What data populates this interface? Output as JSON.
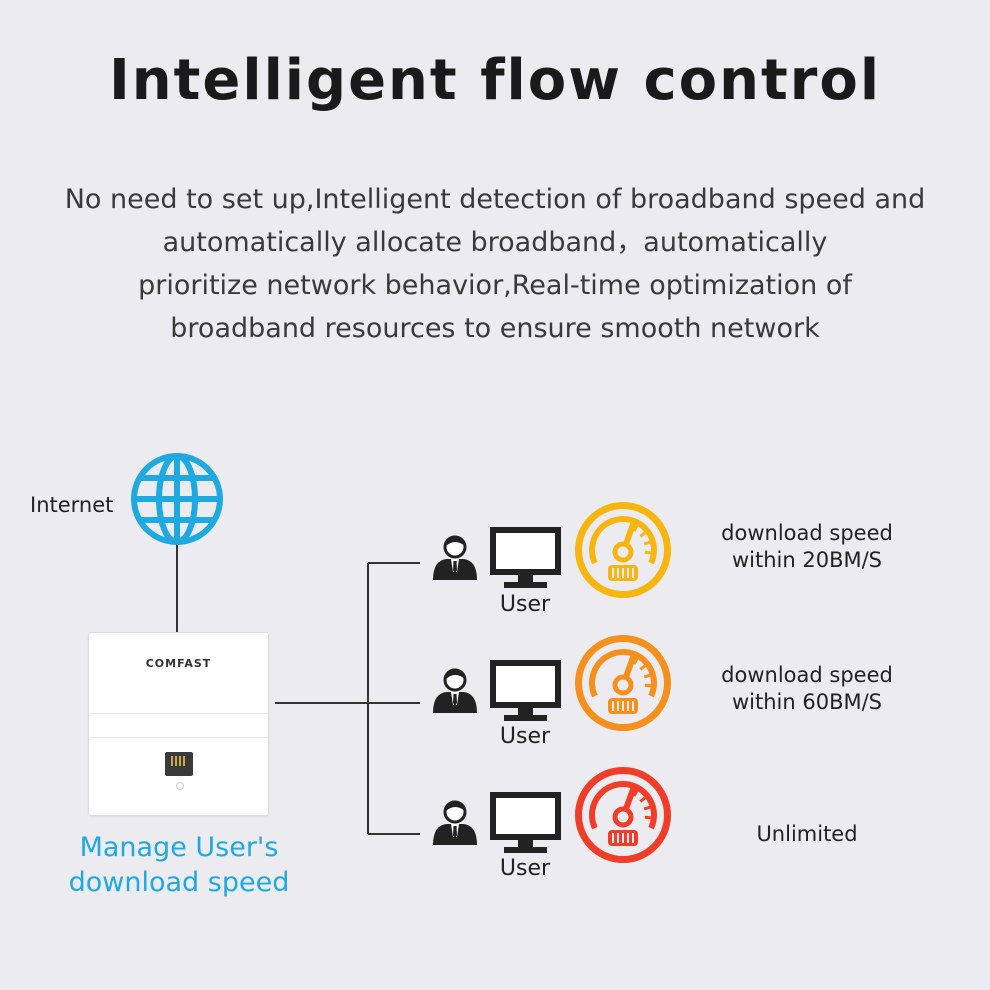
{
  "header": {
    "title": "Intelligent flow control",
    "subtitle_lines": [
      "No need to set up,Intelligent detection of broadband speed and",
      "automatically allocate broadband，automatically",
      "prioritize network behavior,Real-time optimization of",
      "broadband resources to ensure smooth network"
    ]
  },
  "diagram": {
    "internet_label": "Internet",
    "device_brand": "COMFAST",
    "manage_label_lines": [
      "Manage User's",
      "download speed"
    ],
    "rows": [
      {
        "user_label": "User",
        "speed_label_lines": [
          "download speed",
          "within 20BM/S"
        ],
        "gauge_color": "#f7b512",
        "gauge_level": 0.6,
        "icons": [
          "person-icon",
          "monitor-icon",
          "speedometer-icon"
        ]
      },
      {
        "user_label": "User",
        "speed_label_lines": [
          "download speed",
          "within 60BM/S"
        ],
        "gauge_color": "#f5901e",
        "gauge_level": 0.6,
        "icons": [
          "person-icon",
          "monitor-icon",
          "speedometer-icon"
        ]
      },
      {
        "user_label": "User",
        "speed_label_lines": [
          "Unlimited"
        ],
        "gauge_color": "#ef3d2a",
        "gauge_level": 0.6,
        "icons": [
          "person-icon",
          "monitor-icon",
          "speedometer-icon"
        ]
      }
    ],
    "colors": {
      "globe": "#1ea9e0",
      "accent_text": "#1ea9e0",
      "line": "#333333"
    }
  }
}
